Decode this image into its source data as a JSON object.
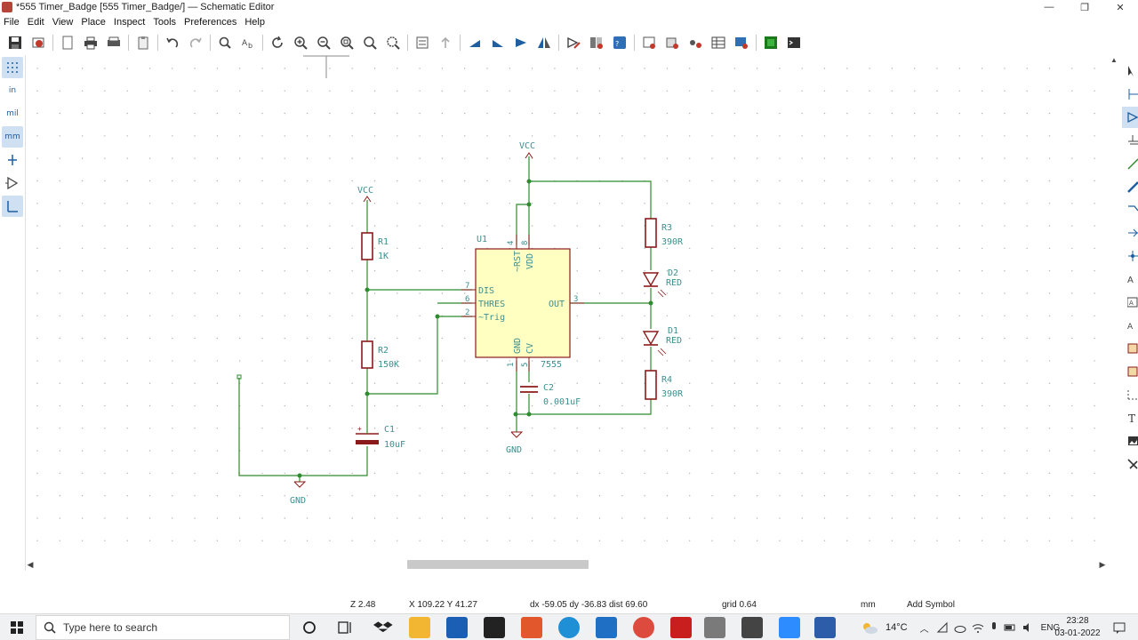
{
  "window": {
    "title": "*555 Timer_Badge [555 Timer_Badge/] — Schematic Editor",
    "minimize": "—",
    "restore": "❐",
    "close": "✕"
  },
  "menu": [
    "File",
    "Edit",
    "View",
    "Place",
    "Inspect",
    "Tools",
    "Preferences",
    "Help"
  ],
  "left_toolbar": {
    "units_in": "in",
    "units_mil": "mil",
    "units_mm": "mm"
  },
  "schematic": {
    "top_labels": {
      "vcc_left": "VCC",
      "vcc_mid": "VCC",
      "gnd_left": "GND",
      "gnd_mid": "GND"
    },
    "components": {
      "r1": {
        "ref": "R1",
        "value": "1K"
      },
      "r2": {
        "ref": "R2",
        "value": "150K"
      },
      "c1": {
        "ref": "C1",
        "value": "10uF"
      },
      "c2": {
        "ref": "C2",
        "value": "0.001uF"
      },
      "r3": {
        "ref": "R3",
        "value": "390R"
      },
      "r4": {
        "ref": "R4",
        "value": "390R"
      },
      "d1": {
        "ref": "D1",
        "value": "RED"
      },
      "d2": {
        "ref": "D2",
        "value": "RED"
      },
      "u1": {
        "ref": "U1",
        "value": "7555"
      }
    },
    "ic_pins": {
      "dis": "DIS",
      "thres": "THRES",
      "trig": "~Trig",
      "out": "OUT",
      "rst": "~RST",
      "vdd": "VDD",
      "gnd": "GND",
      "cv": "CV",
      "n7": "7",
      "n6": "6",
      "n2": "2",
      "n3": "3",
      "n4": "4",
      "n8": "8",
      "n1": "1",
      "n5": "5"
    },
    "colors": {
      "wire": "#2e8b2e",
      "component": "#8b1a1a",
      "ic_fill": "#ffffc2",
      "text": "#3d8f8f",
      "grid_dot": "#b0b0b0"
    }
  },
  "status": {
    "zoom": "Z 2.48",
    "cursor": "X 109.22  Y 41.27",
    "delta": "dx -59.05  dy -36.83  dist 69.60",
    "grid": "grid 0.64",
    "units": "mm",
    "mode": "Add Symbol"
  },
  "taskbar": {
    "search_placeholder": "Type here to search",
    "weather": "14°C",
    "lang": "ENG",
    "time": "23:28",
    "date": "03-01-2022"
  }
}
